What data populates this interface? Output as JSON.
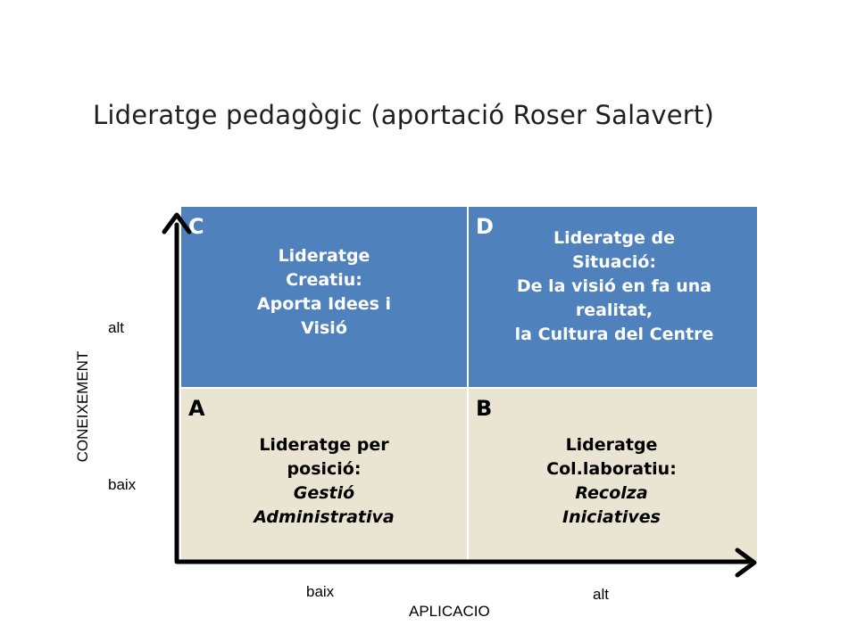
{
  "title": "Lideratge pedagògic (aportació Roser Salavert)",
  "colors": {
    "top_quadrants": "#4f81bd",
    "bottom_quadrants": "#eae4d3",
    "axis": "#000000"
  },
  "quadrants": {
    "c": {
      "letter": "C",
      "lines": [
        "Lideratge",
        "Creatiu:",
        "Aporta Idees i",
        "Visió"
      ]
    },
    "d": {
      "letter": "D",
      "lines": [
        "Lideratge de",
        "Situació:",
        "De la visió en fa una",
        "realitat,",
        "la Cultura del Centre"
      ]
    },
    "a": {
      "letter": "A",
      "lines": [
        "Lideratge per",
        "posició:",
        "Gestió",
        "Administrativa"
      ]
    },
    "b": {
      "letter": "B",
      "lines": [
        "Lideratge",
        "Col.laboratiu:",
        "Recolza",
        "Iniciatives"
      ]
    }
  },
  "y_axis": {
    "title": "CONEIXEMENT",
    "high": "alt",
    "low": "baix"
  },
  "x_axis": {
    "title": "APLICACIO",
    "low": "baix",
    "high": "alt"
  }
}
